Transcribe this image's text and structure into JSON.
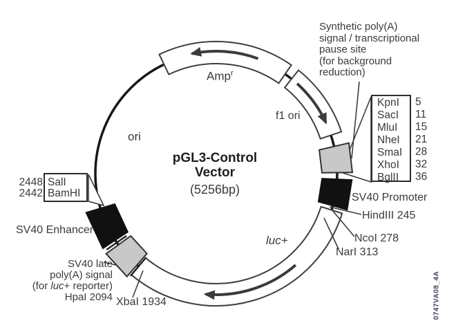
{
  "plasmid": {
    "name_line1": "pGL3-Control",
    "name_line2": "Vector",
    "size": "(5256bp)",
    "watermark": "0747VA08_4A",
    "features": {
      "amp_base": "Amp",
      "amp_sup": "r",
      "f1_ori": "f1 ori",
      "ori": "ori",
      "luc": "luc+",
      "sv40_promoter": "SV40 Promoter",
      "sv40_enhancer": "SV40 Enhancer"
    },
    "notes": {
      "synthetic_polya_line1": "Synthetic poly(A)",
      "synthetic_polya_line2": "signal / transcriptional",
      "synthetic_polya_line3": "pause site",
      "synthetic_polya_line4": "(for background",
      "synthetic_polya_line5": "reduction)",
      "late_polya_line1": "SV40 late",
      "late_polya_line2": "poly(A) signal",
      "late_polya_line3_pre": "(for ",
      "late_polya_line3_italic": "luc",
      "late_polya_line3_post": "+ reporter)",
      "late_polya_line4": "HpaI 2094"
    },
    "mcs": {
      "enzymes": [
        "KpnI",
        "SacI",
        "MluI",
        "NheI",
        "SmaI",
        "XhoI",
        "BglII"
      ],
      "positions": [
        "5",
        "11",
        "15",
        "21",
        "28",
        "32",
        "36"
      ]
    },
    "left_sites": {
      "positions": [
        "2448",
        "2442"
      ],
      "enzymes": [
        "SalI",
        "BamHI"
      ]
    },
    "sites": {
      "hindiii": "HindIII 245",
      "ncoi": "NcoI 278",
      "nari": "NarI 313",
      "xbai": "XbaI 1934"
    },
    "colors": {
      "ink": "#3a3a3a",
      "line": "#161616",
      "gray_box": "#c8c8c8",
      "black_box": "#111111"
    }
  }
}
